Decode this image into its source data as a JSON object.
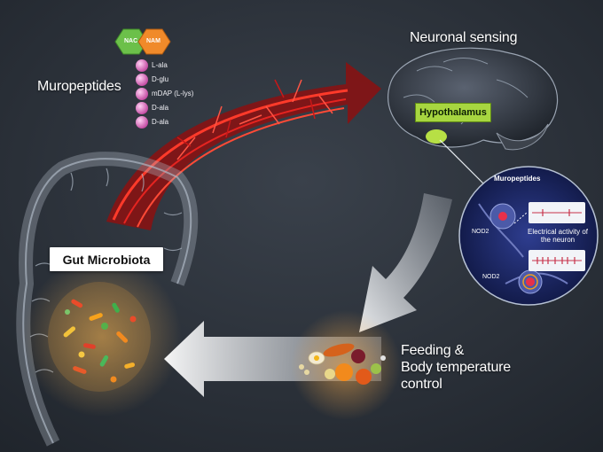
{
  "labels": {
    "muropeptides": "Muropeptides",
    "neuronal_sensing": "Neuronal sensing",
    "gut_microbiota": "Gut Microbiota",
    "hypothalamus": "Hypothalamus",
    "feeding_line1": "Feeding &",
    "feeding_line2": "Body temperature",
    "feeding_line3": "control"
  },
  "molecule": {
    "sugars": [
      "NAC",
      "NAM"
    ],
    "amino_acids": [
      "L-ala",
      "D-glu",
      "mDAP (L-lys)",
      "D-ala",
      "D-ala"
    ]
  },
  "inset": {
    "title": "Muropeptides",
    "receptor_top": "NOD2",
    "receptor_bottom": "NOD2",
    "activity_label": "Electrical activity of the neuron"
  },
  "colors": {
    "background": "#2c323b",
    "blood_vessels": "#d81e1e",
    "hypothalamus": "#a7d640",
    "nac": "#6cc04a",
    "nam": "#f08a2a",
    "amino_acid": "#e070c4",
    "inset_circle": "#1e2a6a",
    "arrow": "#d8dde3"
  }
}
